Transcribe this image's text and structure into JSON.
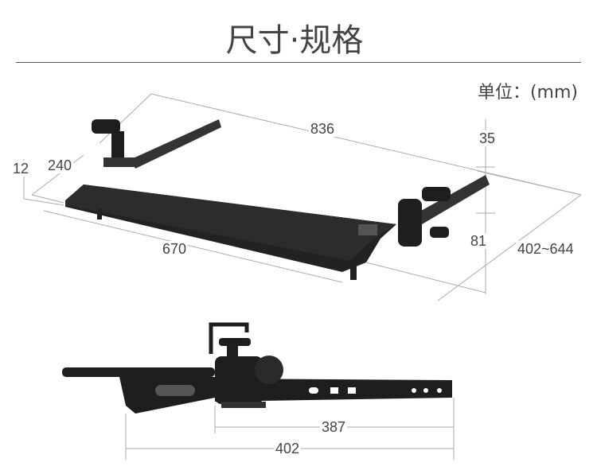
{
  "header": {
    "title": "尺寸·规格",
    "unit": "单位：(mm)"
  },
  "top_view": {
    "dimensions": {
      "width_total": "836",
      "clamp_thickness": "35",
      "board_thickness": "12",
      "depth": "240",
      "board_width": "670",
      "height": "81",
      "extension": "402~644"
    }
  },
  "side_view": {
    "dimensions": {
      "rail_length": "387",
      "total_length": "402"
    }
  },
  "colors": {
    "text": "#444444",
    "dimension_line": "#aaaaaa",
    "product": "#1e1e1e"
  }
}
